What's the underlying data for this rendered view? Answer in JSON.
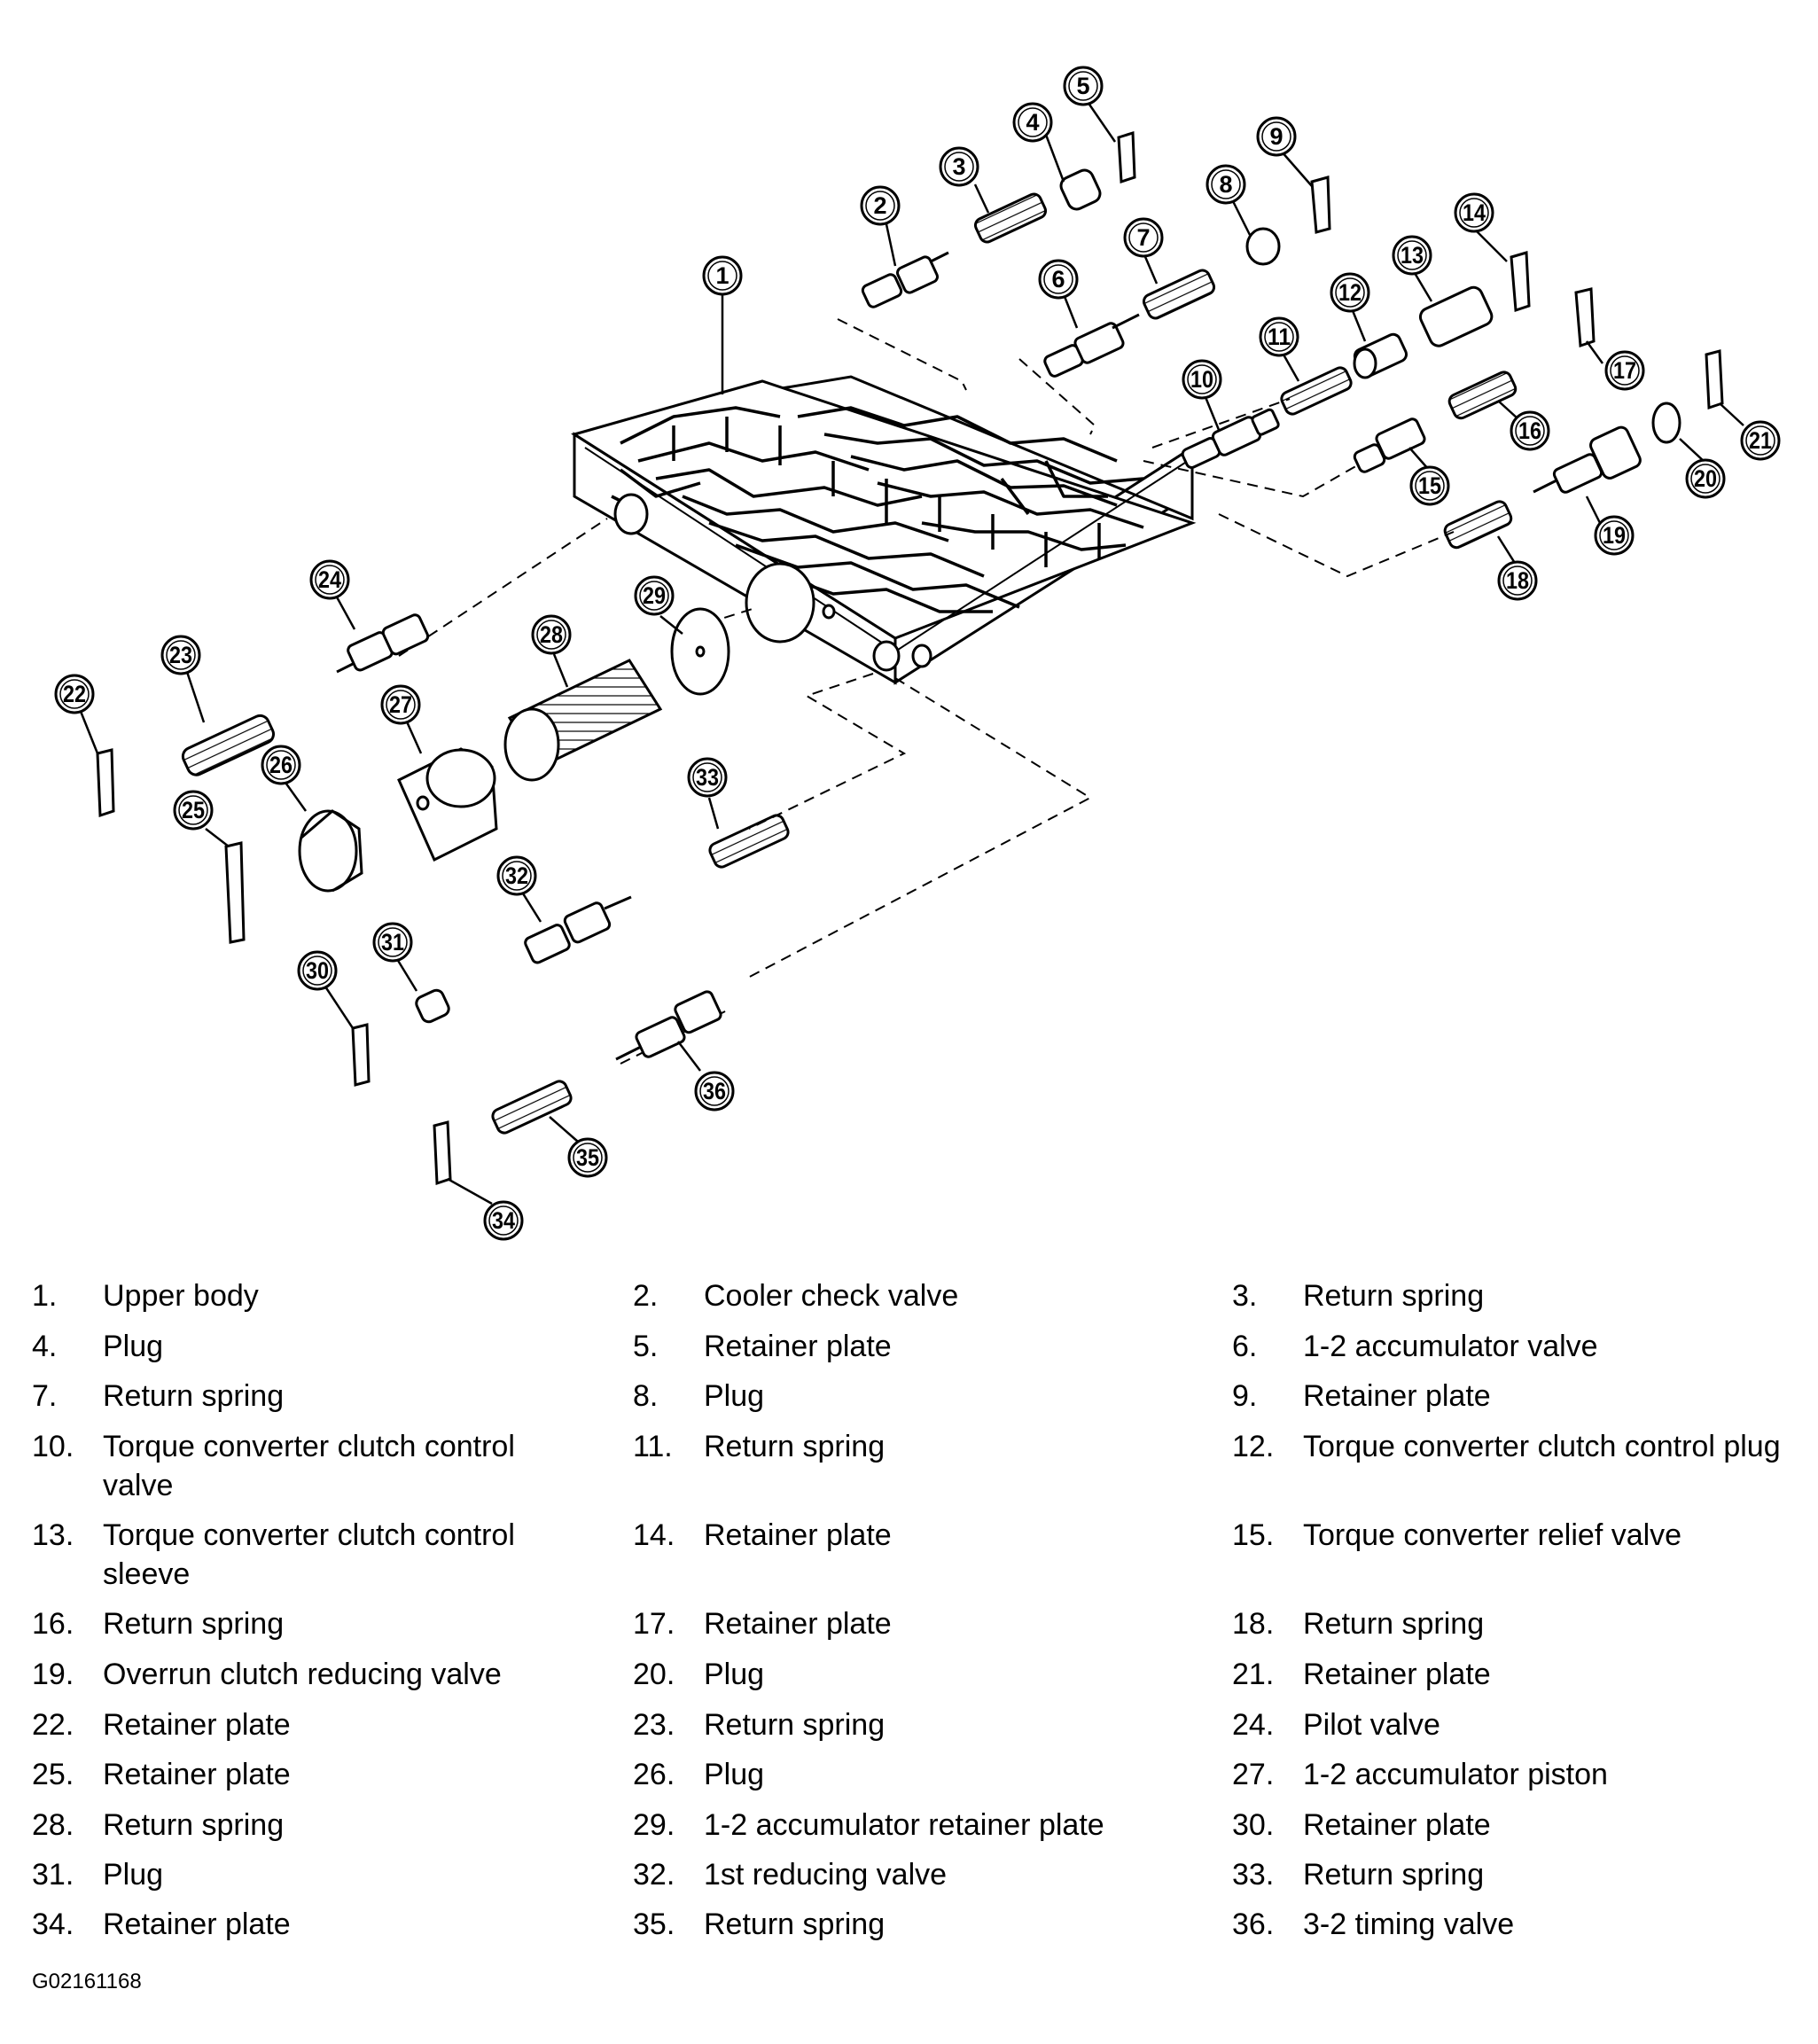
{
  "figure_id": "G02161168",
  "callouts": [
    "1",
    "2",
    "3",
    "4",
    "5",
    "6",
    "7",
    "8",
    "9",
    "10",
    "11",
    "12",
    "13",
    "14",
    "15",
    "16",
    "17",
    "18",
    "19",
    "20",
    "21",
    "22",
    "23",
    "24",
    "25",
    "26",
    "27",
    "28",
    "29",
    "30",
    "31",
    "32",
    "33",
    "34",
    "35",
    "36"
  ],
  "legend": [
    {
      "num": "1.",
      "text": "Upper body"
    },
    {
      "num": "2.",
      "text": "Cooler check valve"
    },
    {
      "num": "3.",
      "text": "Return spring"
    },
    {
      "num": "4.",
      "text": "Plug"
    },
    {
      "num": "5.",
      "text": "Retainer plate"
    },
    {
      "num": "6.",
      "text": "1-2 accumulator valve"
    },
    {
      "num": "7.",
      "text": "Return spring"
    },
    {
      "num": "8.",
      "text": "Plug"
    },
    {
      "num": "9.",
      "text": "Retainer plate"
    },
    {
      "num": "10.",
      "text": "Torque converter clutch control valve"
    },
    {
      "num": "11.",
      "text": "Return spring"
    },
    {
      "num": "12.",
      "text": "Torque converter clutch control plug"
    },
    {
      "num": "13.",
      "text": "Torque converter clutch control sleeve"
    },
    {
      "num": "14.",
      "text": "Retainer plate"
    },
    {
      "num": "15.",
      "text": "Torque converter relief valve"
    },
    {
      "num": "16.",
      "text": "Return spring"
    },
    {
      "num": "17.",
      "text": "Retainer plate"
    },
    {
      "num": "18.",
      "text": "Return spring"
    },
    {
      "num": "19.",
      "text": "Overrun clutch reducing valve"
    },
    {
      "num": "20.",
      "text": "Plug"
    },
    {
      "num": "21.",
      "text": "Retainer plate"
    },
    {
      "num": "22.",
      "text": "Retainer plate"
    },
    {
      "num": "23.",
      "text": "Return spring"
    },
    {
      "num": "24.",
      "text": "Pilot valve"
    },
    {
      "num": "25.",
      "text": "Retainer plate"
    },
    {
      "num": "26.",
      "text": "Plug"
    },
    {
      "num": "27.",
      "text": "1-2 accumulator piston"
    },
    {
      "num": "28.",
      "text": "Return spring"
    },
    {
      "num": "29.",
      "text": "1-2 accumulator retainer plate"
    },
    {
      "num": "30.",
      "text": "Retainer plate"
    },
    {
      "num": "31.",
      "text": "Plug"
    },
    {
      "num": "32.",
      "text": "1st reducing valve"
    },
    {
      "num": "33.",
      "text": "Return spring"
    },
    {
      "num": "34.",
      "text": "Retainer plate"
    },
    {
      "num": "35.",
      "text": "Return spring"
    },
    {
      "num": "36.",
      "text": "3-2 timing valve"
    }
  ]
}
